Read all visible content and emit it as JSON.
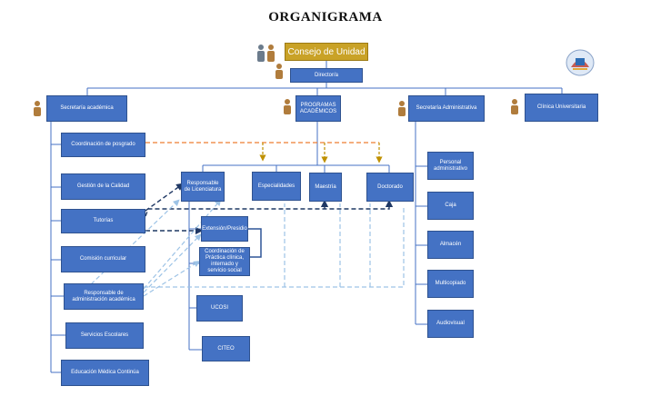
{
  "title": "ORGANIGRAMA",
  "consejo": "Consejo de Unidad",
  "director": "Director/a",
  "secretaria_academica": "Secretaría académica",
  "programas": "PROGRAMAS ACADÉMICOS",
  "secretaria_administrativa": "Secretaría Administrativa",
  "clinica": "Clínica Universitaria",
  "acad_items": [
    "Coordinación de posgrado",
    "Gestión de la Calidad",
    "Tutorías",
    "Comisión curricular",
    "Responsable de administración académica",
    "Servicios Escolares",
    "Educación Médica Continúa"
  ],
  "prog_items": [
    "Responsable de Licenciatura",
    "Especialidades",
    "Maestría",
    "Doctorado"
  ],
  "lic_items": [
    "Extensión/Presidio",
    "Coordinación de Práctica clínica, internado y servicio social",
    "UCOSI",
    "CITEO"
  ],
  "admin_items": [
    "Personal administrativo",
    "Caja",
    "Almacén",
    "Multicopiado",
    "Audiovisual"
  ],
  "colors": {
    "box": "#4472c4",
    "gold": "#c9a227",
    "connector": "#4472c4",
    "orange_dash": "#ed7d31",
    "navy_dash": "#1f3864",
    "light_dash": "#9dc3e6",
    "person": "#b07c3c"
  }
}
